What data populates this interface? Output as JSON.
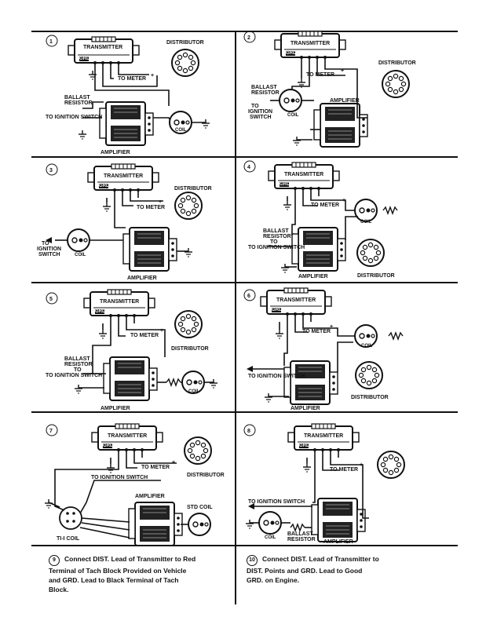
{
  "labels": {
    "transmitter": "TRANSMITTER",
    "grd": "GRD",
    "to_meter": "TO METER",
    "plus": "+",
    "minus": "-",
    "distributor": "DISTRIBUTOR",
    "amplifier": "AMPLIFIER",
    "coil": "COIL",
    "ballast_resistor_1": "BALLAST",
    "ballast_resistor_2": "RESISTOR",
    "to_ignition_switch": "TO IGNITION SWITCH",
    "to_ignition_switch_stacked_1": "TO",
    "to_ignition_switch_stacked_2": "IGNITION",
    "to_ignition_switch_stacked_3": "SWITCH",
    "std_coil": "STD COIL",
    "ti_coil": "TI-I COIL",
    "ballast_resistor_inline": "BALLAST RESISTOR"
  },
  "panels": [
    "1",
    "2",
    "3",
    "4",
    "5",
    "6",
    "7",
    "8"
  ],
  "notes": [
    {
      "num": "9",
      "lines": [
        "Connect DIST. Lead of Transmitter to Red",
        "Terminal of Tach Block Provided on Vehicle",
        "and GRD. Lead to Black Terminal of Tach",
        "Block."
      ]
    },
    {
      "num": "10",
      "lines": [
        "Connect DIST. Lead of Transmitter to",
        "DIST. Points and GRD. Lead to Good",
        "GRD. on Engine."
      ]
    }
  ]
}
